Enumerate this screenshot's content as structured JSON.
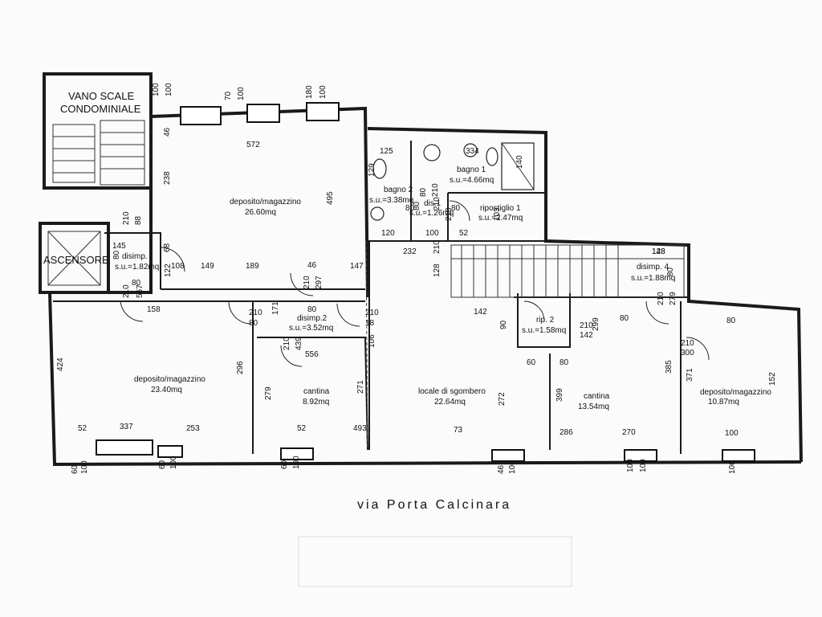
{
  "stairwell": {
    "line1": "VANO SCALE",
    "line2": "CONDOMINIALE"
  },
  "elevator": {
    "label": "ASCENSORE"
  },
  "street": {
    "label": "via   Porta   Calcinara"
  },
  "rooms": [
    {
      "id": "dep1",
      "name": "deposito/magazzino",
      "area": "26.60mq"
    },
    {
      "id": "dep2",
      "name": "deposito/magazzino",
      "area": "23.40mq"
    },
    {
      "id": "cantina1",
      "name": "cantina",
      "area": "8.92mq"
    },
    {
      "id": "sgombero",
      "name": "locale di sgombero",
      "area": "22.64mq"
    },
    {
      "id": "cantina2",
      "name": "cantina",
      "area": "13.54mq"
    },
    {
      "id": "dep3",
      "name": "deposito/magazzino",
      "area": "10.87mq"
    },
    {
      "id": "bagno1",
      "name": "bagno 1",
      "area": "s.u.=4.66mq"
    },
    {
      "id": "bagno2",
      "name": "bagno 2",
      "area": "s.u.=3.38mq"
    },
    {
      "id": "dis1",
      "name": "dis.1",
      "area": "s.u.=1.26mq"
    },
    {
      "id": "rip1",
      "name": "ripostiglio 1",
      "area": "s.u.=2.47mq"
    },
    {
      "id": "disimp",
      "name": "disimp.",
      "area": "s.u.=1.82mq"
    },
    {
      "id": "disimp2",
      "name": "disimp.2",
      "area": "s.u.=3.52mq"
    },
    {
      "id": "rip2",
      "name": "rip. 2",
      "area": "s.u.=1.58mq"
    },
    {
      "id": "disimp4",
      "name": "disimp. 4",
      "area": "s.u.=1.88mq"
    }
  ],
  "dimensions": [
    "100",
    "100",
    "70",
    "100",
    "180",
    "100",
    "46",
    "572",
    "238",
    "495",
    "125",
    "334",
    "140",
    "129",
    "80",
    "210",
    "80",
    "80",
    "210",
    "80",
    "210",
    "103",
    "120",
    "100",
    "52",
    "232",
    "210",
    "128",
    "145",
    "80",
    "210",
    "88",
    "68",
    "108",
    "149",
    "189",
    "46",
    "147",
    "122",
    "80",
    "210",
    "567",
    "158",
    "128",
    "148",
    "80",
    "210",
    "297",
    "80",
    "210",
    "80",
    "210",
    "18",
    "171",
    "142",
    "90",
    "210",
    "142",
    "299",
    "80",
    "210",
    "279",
    "80",
    "210",
    "300",
    "556",
    "106",
    "60",
    "80",
    "210",
    "439",
    "424",
    "296",
    "279",
    "271",
    "272",
    "399",
    "385",
    "371",
    "152",
    "52",
    "337",
    "253",
    "52",
    "493",
    "73",
    "286",
    "270",
    "100",
    "60",
    "100",
    "60",
    "100",
    "60",
    "100",
    "46",
    "100",
    "100",
    "100",
    "100"
  ]
}
